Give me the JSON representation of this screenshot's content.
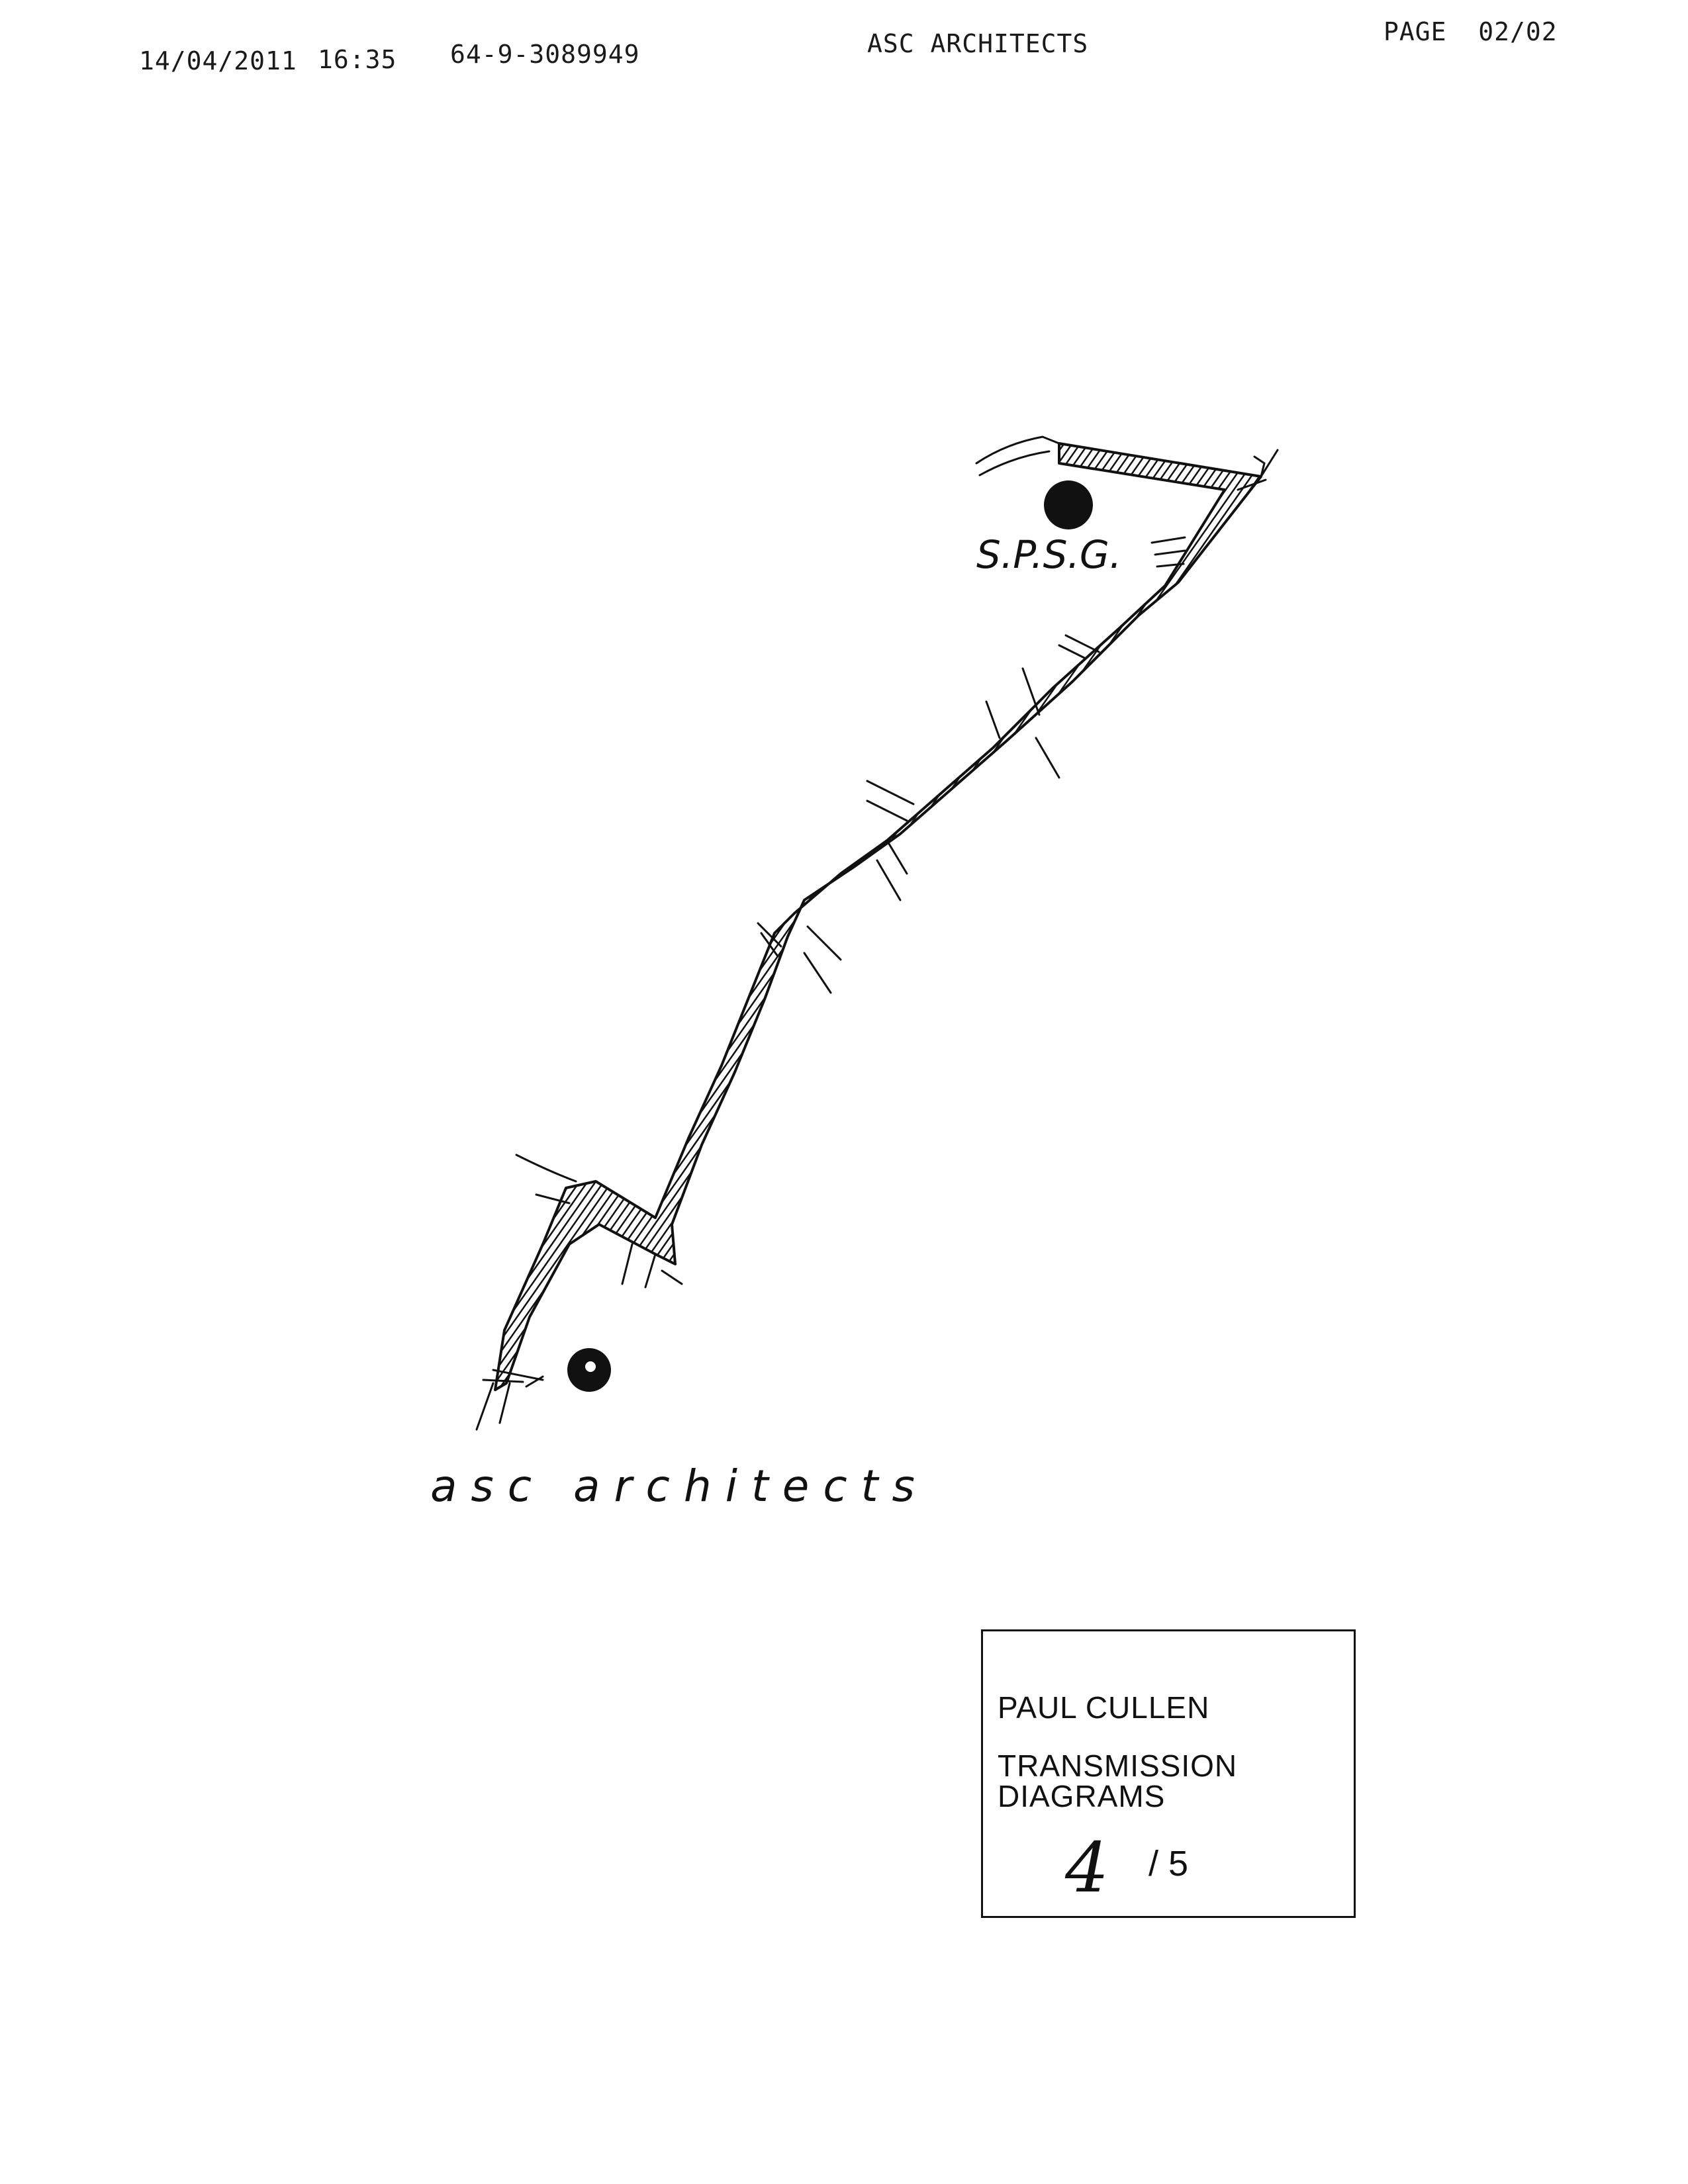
{
  "fax_header": {
    "date": "14/04/2011",
    "time": "16:35",
    "number": "64-9-3089949",
    "sender": "ASC ARCHITECTS",
    "page": "PAGE  02/02"
  },
  "sketch": {
    "label_top": "S.P.S.G.",
    "handwritten_caption": "a s c   a r c h i t e c t s"
  },
  "title_block": {
    "name": "PAUL CULLEN",
    "subtitle_line_1": "TRANSMISSION",
    "subtitle_line_2": "DIAGRAMS",
    "sheet_number": "4",
    "sheet_total": "/ 5"
  },
  "colors": {
    "ink": "#111111",
    "paper": "#ffffff"
  }
}
